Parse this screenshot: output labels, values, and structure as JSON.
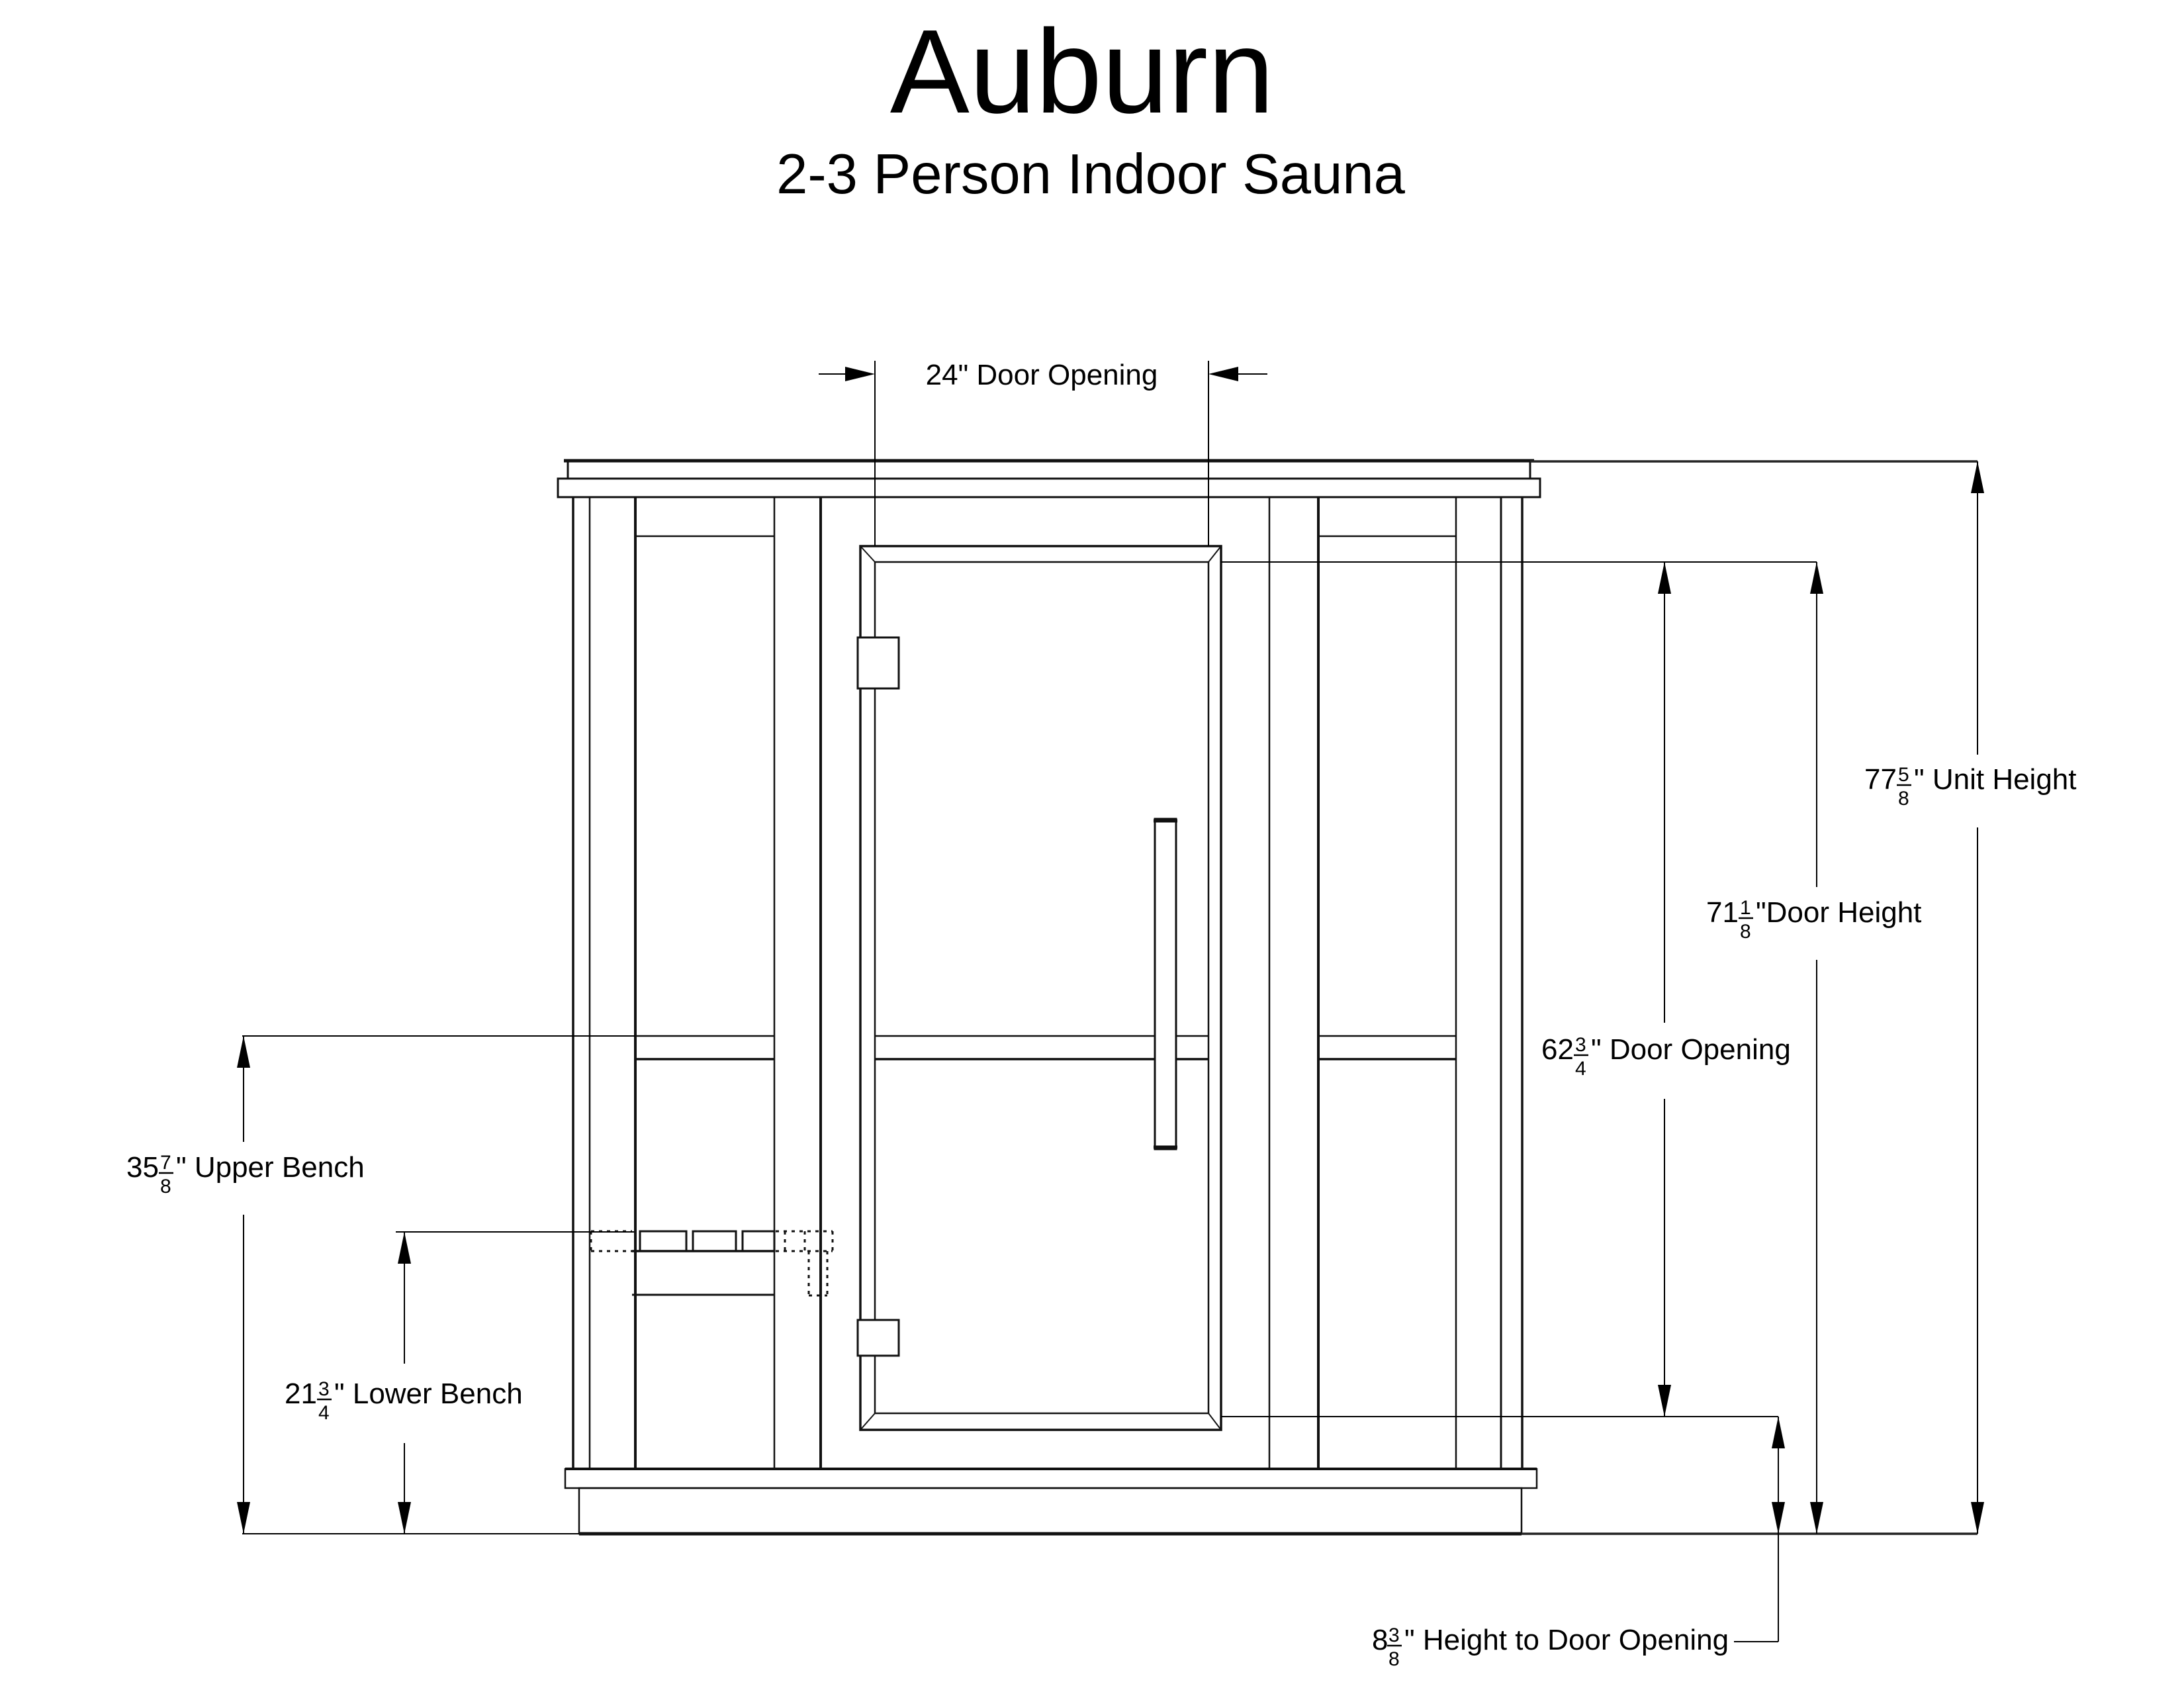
{
  "header": {
    "title": "Auburn",
    "subtitle": "2-3 Person Indoor Sauna"
  },
  "drawing": {
    "view": "sauna front elevation",
    "line_color": "#000000",
    "background": "#ffffff"
  },
  "dims": {
    "door_opening_width": {
      "text": "24\" Door Opening"
    },
    "unit_height": {
      "whole": "77",
      "num": "5",
      "den": "8",
      "suffix": "\" Unit Height"
    },
    "door_height": {
      "whole": "71",
      "num": "1",
      "den": "8",
      "suffix": "\"Door Height"
    },
    "door_opening_height": {
      "whole": "62",
      "num": "3",
      "den": "4",
      "suffix": "\" Door Opening"
    },
    "upper_bench": {
      "whole": "35",
      "num": "7",
      "den": "8",
      "suffix": "\" Upper Bench"
    },
    "lower_bench": {
      "whole": "21",
      "num": "3",
      "den": "4",
      "suffix": "\" Lower Bench"
    },
    "height_to_door_opening": {
      "whole": "8",
      "num": "3",
      "den": "8",
      "suffix": "\" Height to Door Opening"
    }
  }
}
